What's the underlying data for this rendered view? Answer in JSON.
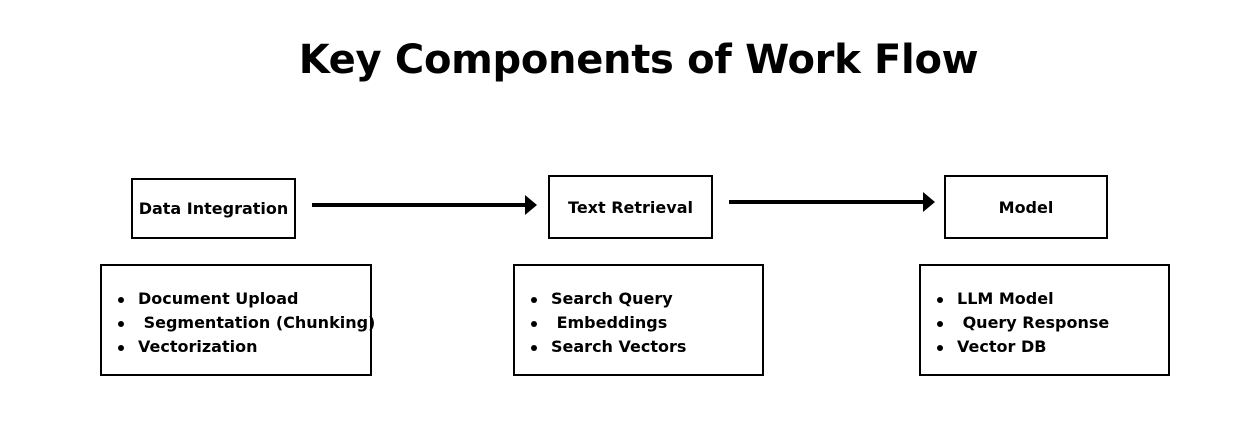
{
  "title": "Key Components of Work Flow",
  "stages": [
    {
      "label": "Data Integration",
      "items": [
        "Document Upload",
        " Segmentation (Chunking)",
        "Vectorization"
      ]
    },
    {
      "label": "Text Retrieval",
      "items": [
        "Search Query",
        " Embeddings",
        "Search Vectors"
      ]
    },
    {
      "label": "Model",
      "items": [
        "LLM Model",
        " Query Response",
        "Vector DB"
      ]
    }
  ],
  "colors": {
    "stroke": "#000000",
    "background": "#ffffff"
  }
}
